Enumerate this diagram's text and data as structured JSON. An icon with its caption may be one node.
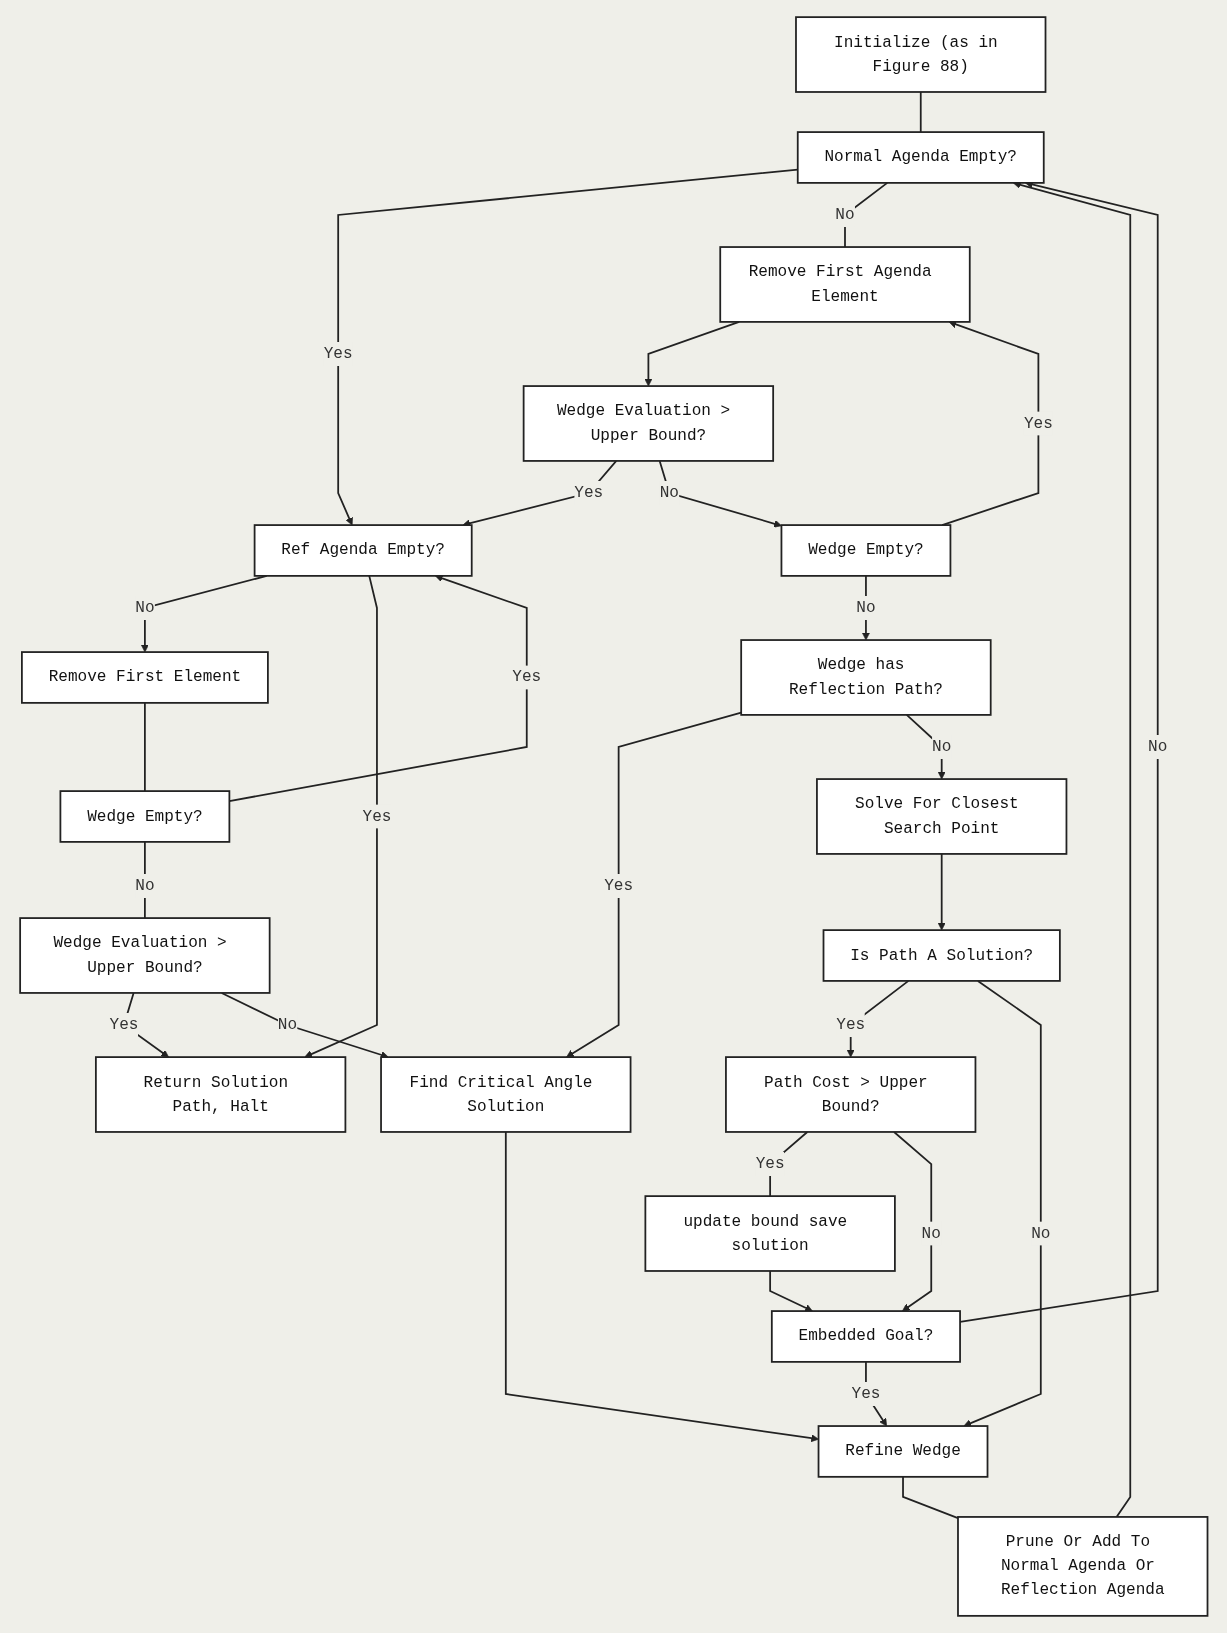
{
  "diagram": {
    "nodes": [
      {
        "text": [
          "Initialize (as in Figure 88)"
        ]
      },
      {
        "text": [
          "Normal Agenda Empty?"
        ]
      },
      {
        "text": [
          "Ref Agenda Empty?"
        ]
      },
      {
        "text": [
          "Remove First Agenda Element"
        ]
      },
      {
        "text": [
          "Wedge Evaluation > Upper Bound?"
        ]
      },
      {
        "text": [
          "Remove First Element"
        ]
      },
      {
        "text": [
          "Wedge Empty?"
        ]
      },
      {
        "text": [
          "Wedge Empty?"
        ]
      },
      {
        "text": [
          "Wedge has Reflection Path?"
        ]
      },
      {
        "text": [
          "Wedge Evaluation > Upper Bound?"
        ]
      },
      {
        "text": [
          "Solve For Closest Search Point"
        ]
      },
      {
        "text": [
          "Find Critical Angle Solution"
        ]
      },
      {
        "text": [
          "Is Path A Solution?"
        ]
      },
      {
        "text": [
          "Path Cost > Upper Bound?"
        ]
      },
      {
        "text": [
          "update bound save solution"
        ]
      },
      {
        "text": [
          "Refine Wedge"
        ]
      },
      {
        "text": [
          "Embedded Goal?"
        ]
      },
      {
        "text": [
          "Prune Or Add To Normal Agenda Or Reflection Agenda"
        ]
      },
      {
        "text": [
          "Return Solution Path, Halt"
        ]
      }
    ],
    "edges": [
      {
        "from": 0,
        "to": 1,
        "arrow": "none"
      },
      {
        "from": 1,
        "to": 2,
        "label": "Yes",
        "arrow": "to"
      },
      {
        "from": 1,
        "to": 3,
        "label": "No",
        "arrow": "none"
      },
      {
        "from": 3,
        "to": 4,
        "arrow": "to"
      },
      {
        "from": 4,
        "to": 2,
        "label": "Yes",
        "arrow": "to"
      },
      {
        "from": 4,
        "to": 6,
        "label": "No",
        "arrow": "to"
      },
      {
        "from": 6,
        "to": 3,
        "label": "Yes",
        "arrow": "to"
      },
      {
        "from": 6,
        "to": 8,
        "label": "No",
        "arrow": "to"
      },
      {
        "from": 2,
        "to": 5,
        "label": "No",
        "arrow": "to"
      },
      {
        "from": 2,
        "to": 18,
        "label": "Yes",
        "arrow": "to"
      },
      {
        "from": 5,
        "to": 7,
        "arrow": "none"
      },
      {
        "from": 7,
        "to": 2,
        "label": "Yes",
        "arrow": "to"
      },
      {
        "from": 7,
        "to": 9,
        "label": "No",
        "arrow": "none"
      },
      {
        "from": 9,
        "to": 18,
        "label": "Yes",
        "arrow": "to"
      },
      {
        "from": 9,
        "to": 11,
        "label": "No",
        "arrow": "to"
      },
      {
        "from": 8,
        "to": 11,
        "label": "Yes",
        "arrow": "to"
      },
      {
        "from": 8,
        "to": 10,
        "label": "No",
        "arrow": "to"
      },
      {
        "from": 10,
        "to": 12,
        "arrow": "to"
      },
      {
        "from": 12,
        "to": 13,
        "label": "Yes",
        "arrow": "to"
      },
      {
        "from": 12,
        "to": 15,
        "label": "No",
        "arrow": "to"
      },
      {
        "from": 11,
        "to": 15,
        "arrow": "to"
      },
      {
        "from": 13,
        "to": 14,
        "label": "Yes",
        "arrow": "none"
      },
      {
        "from": 13,
        "to": 16,
        "label": "No",
        "arrow": "to"
      },
      {
        "from": 14,
        "to": 16,
        "arrow": "to"
      },
      {
        "from": 16,
        "to": 15,
        "label": "Yes",
        "arrow": "to"
      },
      {
        "from": 16,
        "to": 1,
        "label": "No",
        "arrow": "to"
      },
      {
        "from": 15,
        "to": 17,
        "arrow": "none"
      },
      {
        "from": 17,
        "to": 1,
        "arrow": "to"
      }
    ]
  }
}
